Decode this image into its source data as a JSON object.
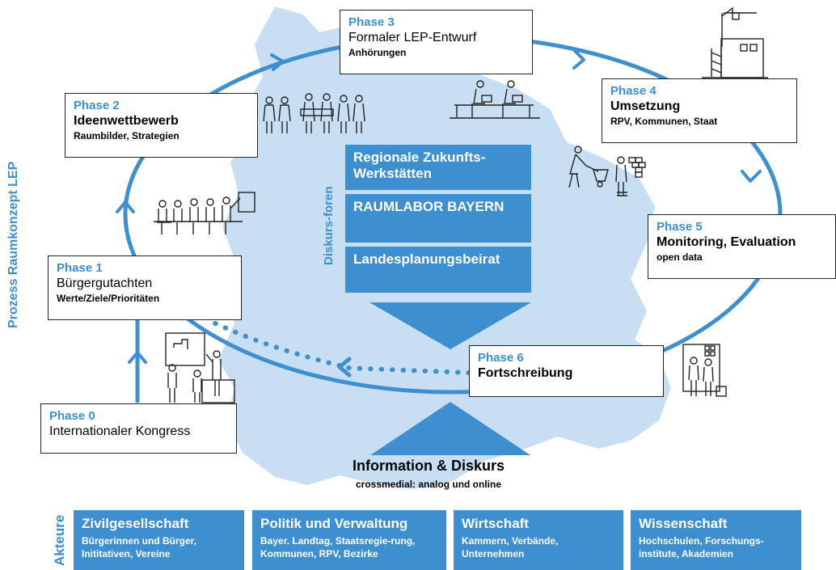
{
  "side_label": "Prozess Raumkonzept LEP",
  "forum_label": "Diskurs-foren",
  "actors_label": "Akteure",
  "phases": [
    {
      "phase": "Phase 0",
      "title": "Internationaler Kongress",
      "sub": ""
    },
    {
      "phase": "Phase 1",
      "title": "Bürgergutachten",
      "sub": "Werte/Ziele/Prioritäten"
    },
    {
      "phase": "Phase 2",
      "title": "Ideenwettbewerb",
      "sub": "Raumbilder, Strategien"
    },
    {
      "phase": "Phase 3",
      "title": "Formaler LEP-Entwurf",
      "sub": "Anhörungen"
    },
    {
      "phase": "Phase 4",
      "title": "Umsetzung",
      "sub": "RPV, Kommunen, Staat"
    },
    {
      "phase": "Phase 5",
      "title": "Monitoring, Evaluation",
      "sub": "open data"
    },
    {
      "phase": "Phase 6",
      "title": "Fortschreibung",
      "sub": ""
    }
  ],
  "forums": [
    "Regionale Zukunfts-Werkstätten",
    "RAUMLABOR BAYERN",
    "Landesplanungsbeirat"
  ],
  "info": {
    "title": "Information & Diskurs",
    "subtitle": "crossmedial: analog und online"
  },
  "actors": [
    {
      "title": "Zivilgesellschaft",
      "desc": "Bürgerinnen und Bürger, Inititativen, Vereine"
    },
    {
      "title": "Politik und Verwaltung",
      "desc": "Bayer. Landtag, Staatsregie-rung, Kommunen, RPV, Bezirke"
    },
    {
      "title": "Wirtschaft",
      "desc": "Kammern, Verbände, Unternehmen"
    },
    {
      "title": "Wissenschaft",
      "desc": "Hochschulen, Forschungs-institute, Akademien"
    }
  ],
  "colors": {
    "accent": "#3d8fd0",
    "map": "#c8dff3"
  }
}
